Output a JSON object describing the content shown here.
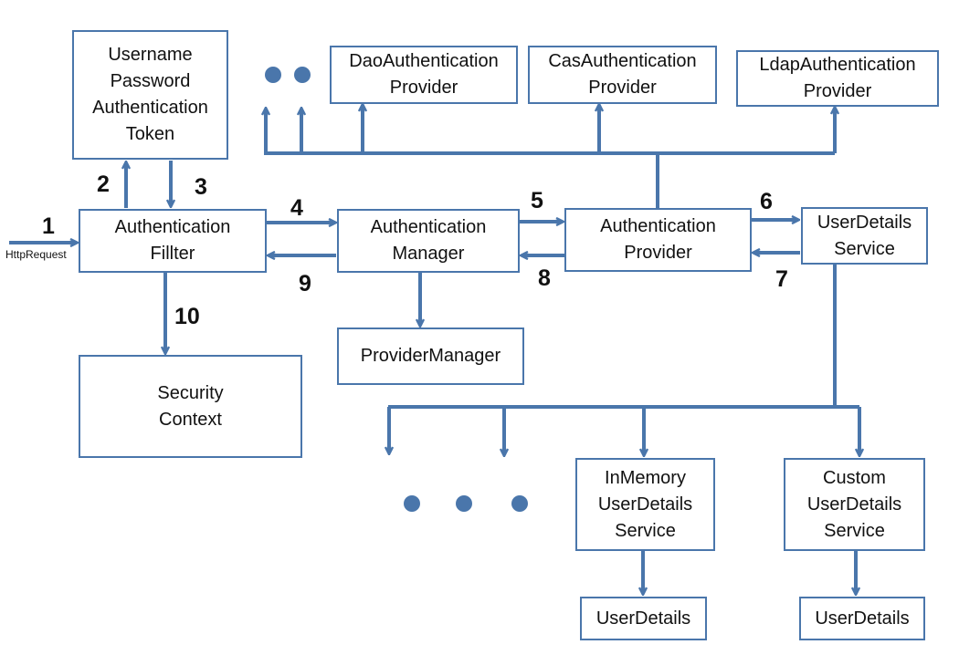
{
  "boxes": {
    "token": "Username\nPassword\nAuthentication\nToken",
    "filter": "Authentication\nFillter",
    "manager": "Authentication\nManager",
    "provider": "Authentication\nProvider",
    "uds": "UserDetails\nService",
    "security": "Security\nContext",
    "providerManager": "ProviderManager",
    "dao": "DaoAuthentication\nProvider",
    "cas": "CasAuthentication\nProvider",
    "ldap": "LdapAuthentication\nProvider",
    "inmemory": "InMemory\nUserDetails\nService",
    "custom": "Custom\nUserDetails\nService",
    "ud1": "UserDetails",
    "ud2": "UserDetails"
  },
  "steps": [
    "1",
    "2",
    "3",
    "4",
    "5",
    "6",
    "7",
    "8",
    "9",
    "10"
  ],
  "labels": {
    "httpRequest": "HttpRequest"
  },
  "colors": {
    "stroke": "#4a76ab",
    "dot": "#4a76ab"
  }
}
